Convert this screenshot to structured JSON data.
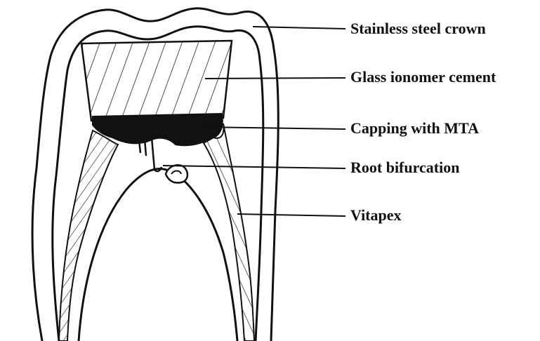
{
  "labels": [
    "Stainless steel crown",
    "Glass ionomer cement",
    "Capping with MTA",
    "Root bifurcation",
    "Vitapex"
  ]
}
